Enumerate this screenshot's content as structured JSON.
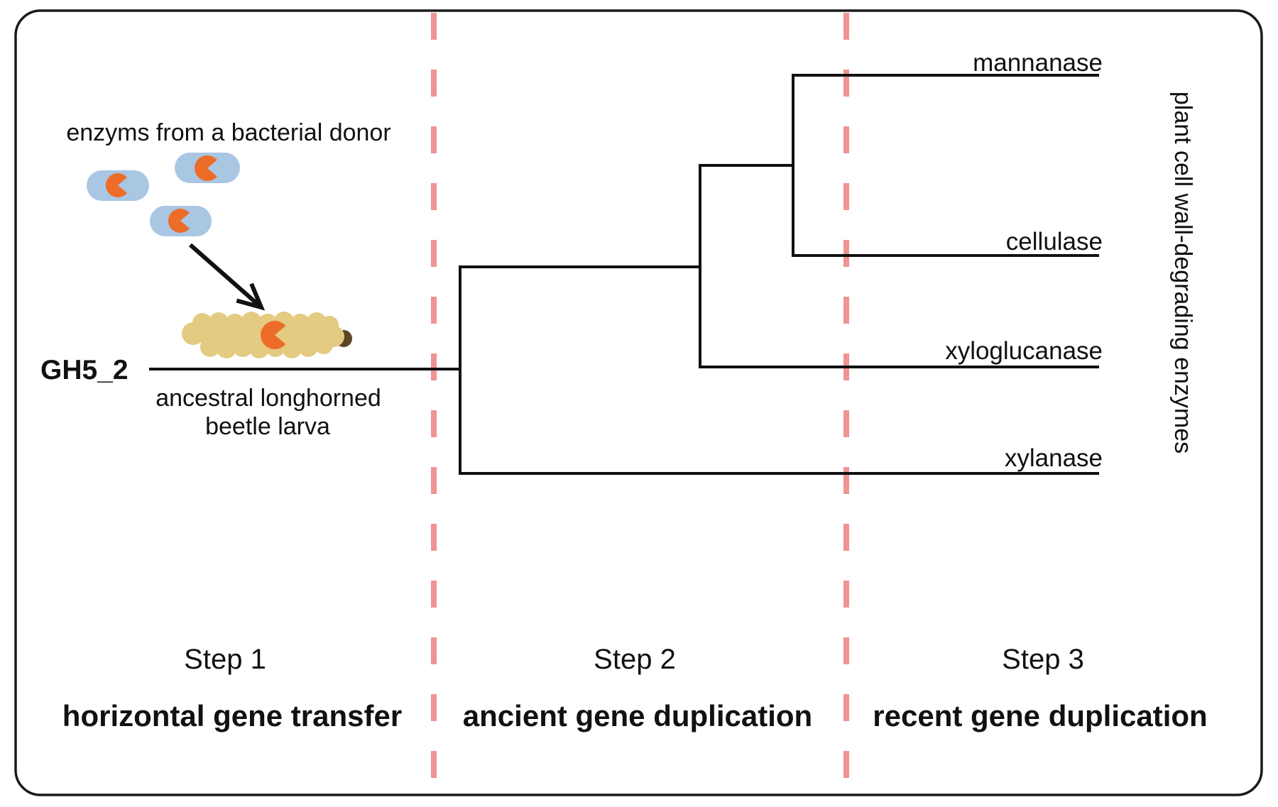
{
  "figure": {
    "step1": {
      "donor_label": "enzyms from a bacterial donor",
      "gene_family_label": "GH5_2",
      "host_label_line1": "ancestral longhorned",
      "host_label_line2": "beetle larva"
    },
    "tree": {
      "type": "cladogram",
      "root_gene": "GH5_2",
      "tips": [
        "mannanase",
        "cellulase",
        "xyloglucanase",
        "xylanase"
      ],
      "topology": "((mannanase,cellulase),xyloglucanase),xylanase",
      "side_label": "plant cell wall-degrading enzymes"
    },
    "steps": [
      {
        "title": "Step 1",
        "caption": "horizontal gene transfer"
      },
      {
        "title": "Step 2",
        "caption": "ancient gene duplication"
      },
      {
        "title": "Step 3",
        "caption": "recent gene duplication"
      }
    ],
    "colors": {
      "divider": "#f09393",
      "bacterium": "#a9c6e3",
      "enzyme": "#ec6c28",
      "larva_body": "#e3cb82",
      "larva_head": "#5e4426",
      "line": "#111111"
    }
  }
}
